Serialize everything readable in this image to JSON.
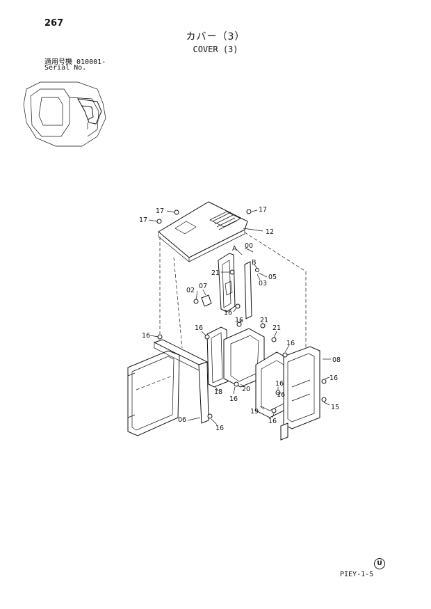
{
  "header": {
    "page_number": "267",
    "title_jp": "カバー（3）",
    "title_en": "COVER (3)",
    "serial_jp": "適用号機  010001-",
    "serial_en": "Serial No."
  },
  "diagram": {
    "labels": [
      "17",
      "17",
      "17",
      "12",
      "A",
      "00",
      "B",
      "21",
      "05",
      "03",
      "02",
      "07",
      "16",
      "16",
      "21",
      "21",
      "16",
      "16",
      "16",
      "08",
      "16",
      "18",
      "20",
      "16",
      "16",
      "06",
      "16",
      "19",
      "16",
      "15",
      "16"
    ]
  },
  "footer": {
    "code": "PIEY-1-5",
    "mark": "U"
  }
}
